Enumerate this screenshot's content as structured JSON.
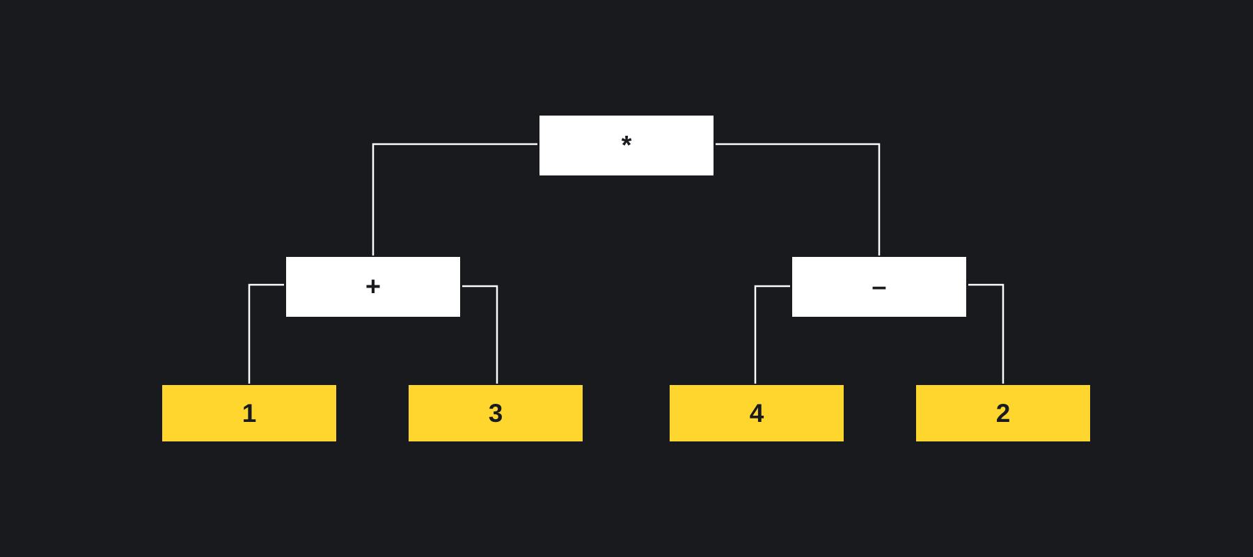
{
  "colors": {
    "background": "#191a1e",
    "operator_fill": "#ffffff",
    "leaf_fill": "#ffd62e",
    "edge": "#ffffff",
    "text": "#1a1b1f"
  },
  "tree": {
    "root": {
      "label": "*"
    },
    "left_op": {
      "label": "+"
    },
    "right_op": {
      "label": "–"
    },
    "leaves": [
      "1",
      "3",
      "4",
      "2"
    ]
  }
}
